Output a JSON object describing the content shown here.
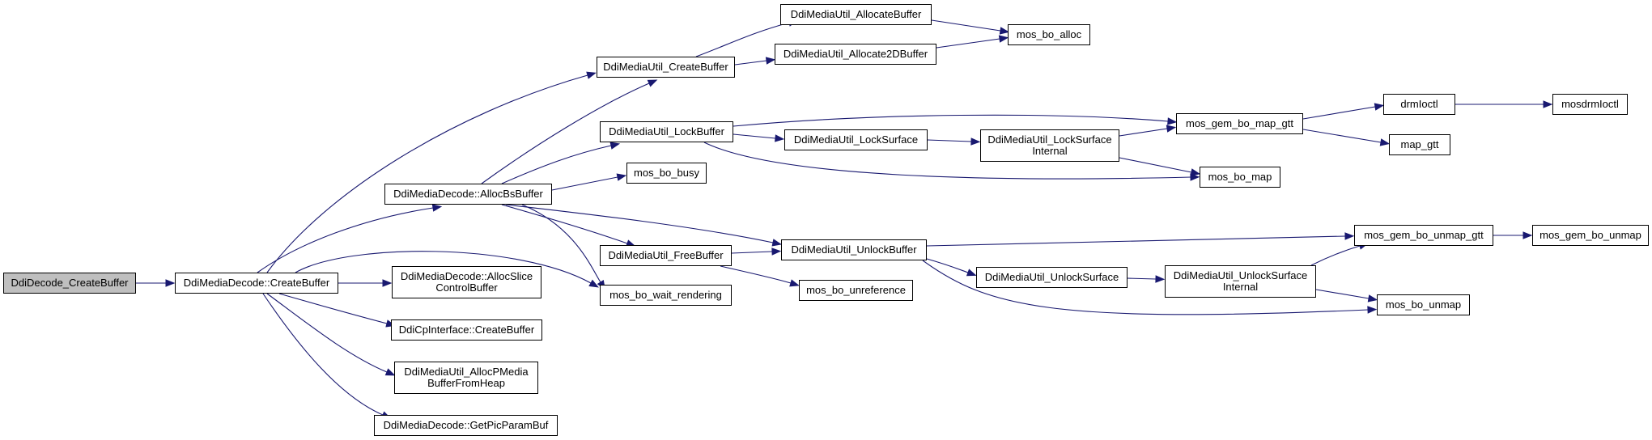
{
  "colors": {
    "edge": "#191970",
    "root_fill": "#bfbfbf",
    "node_fill": "#ffffff",
    "border": "#000000"
  },
  "nodes": {
    "root": "DdiDecode_CreateBuffer",
    "create_buffer": "DdiMediaDecode::CreateBuffer",
    "alloc_bs_buffer": "DdiMediaDecode::AllocBsBuffer",
    "util_create_buffer": "DdiMediaUtil_CreateBuffer",
    "util_allocate_buffer": "DdiMediaUtil_AllocateBuffer",
    "util_allocate_2d_buffer": "DdiMediaUtil_Allocate2DBuffer",
    "bo_alloc": "mos_bo_alloc",
    "util_lock_buffer": "DdiMediaUtil_LockBuffer",
    "util_lock_surface": "DdiMediaUtil_LockSurface",
    "util_lock_surface_internal": "DdiMediaUtil_LockSurface\nInternal",
    "gem_bo_map_gtt": "mos_gem_bo_map_gtt",
    "drm_ioctl": "drmIoctl",
    "mos_drm_ioctl": "mosdrmIoctl",
    "map_gtt": "map_gtt",
    "bo_map": "mos_bo_map",
    "bo_busy": "mos_bo_busy",
    "util_free_buffer": "DdiMediaUtil_FreeBuffer",
    "util_unlock_buffer": "DdiMediaUtil_UnlockBuffer",
    "bo_wait_rendering": "mos_bo_wait_rendering",
    "bo_unreference": "mos_bo_unreference",
    "util_unlock_surface": "DdiMediaUtil_UnlockSurface",
    "util_unlock_surface_internal": "DdiMediaUtil_UnlockSurface\nInternal",
    "gem_bo_unmap_gtt": "mos_gem_bo_unmap_gtt",
    "gem_bo_unmap": "mos_gem_bo_unmap",
    "bo_unmap": "mos_bo_unmap",
    "alloc_slice_control_buffer": "DdiMediaDecode::AllocSlice\nControlBuffer",
    "cp_create_buffer": "DdiCpInterface::CreateBuffer",
    "alloc_pmedia_buffer": "DdiMediaUtil_AllocPMedia\nBufferFromHeap",
    "get_pic_param_buf": "DdiMediaDecode::GetPicParamBuf"
  }
}
